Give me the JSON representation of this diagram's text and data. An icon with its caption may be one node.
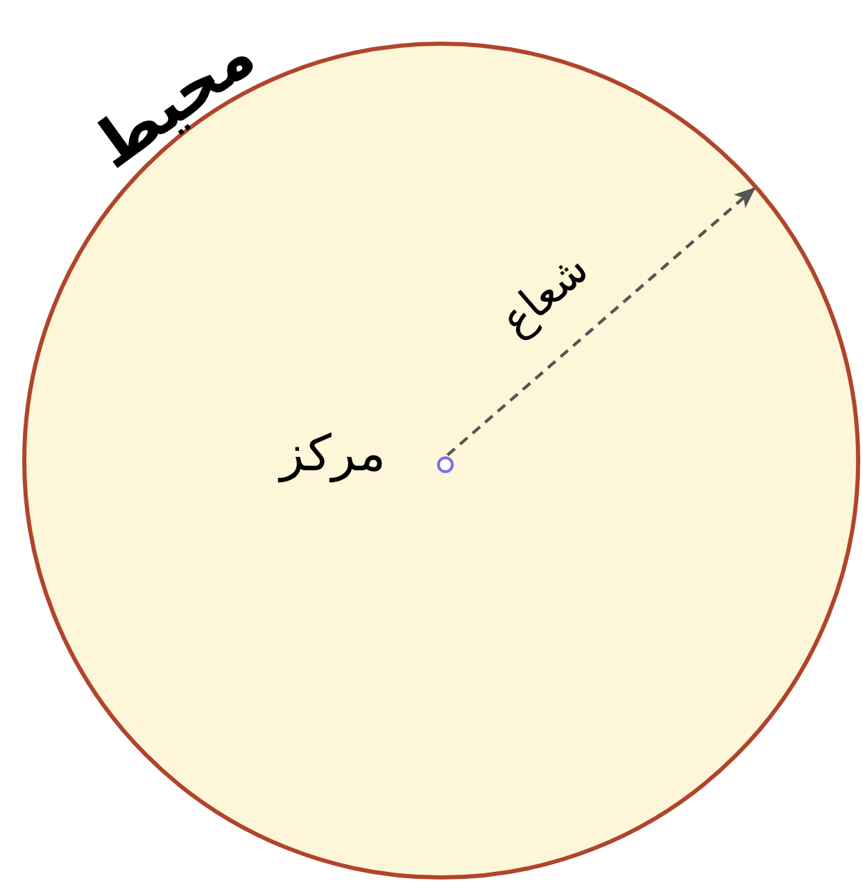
{
  "diagram": {
    "nodes": [
      {
        "text": [],
        "shape": "circle",
        "beside": [
          "محيط"
        ]
      },
      {
        "text": [],
        "shape": "circle",
        "in": 0,
        "beside": [
          "مركز"
        ]
      }
    ],
    "edges": [
      {
        "from": 1,
        "to": 0,
        "arrow": "to",
        "style": "dashed",
        "label": "شعاع"
      }
    ]
  }
}
